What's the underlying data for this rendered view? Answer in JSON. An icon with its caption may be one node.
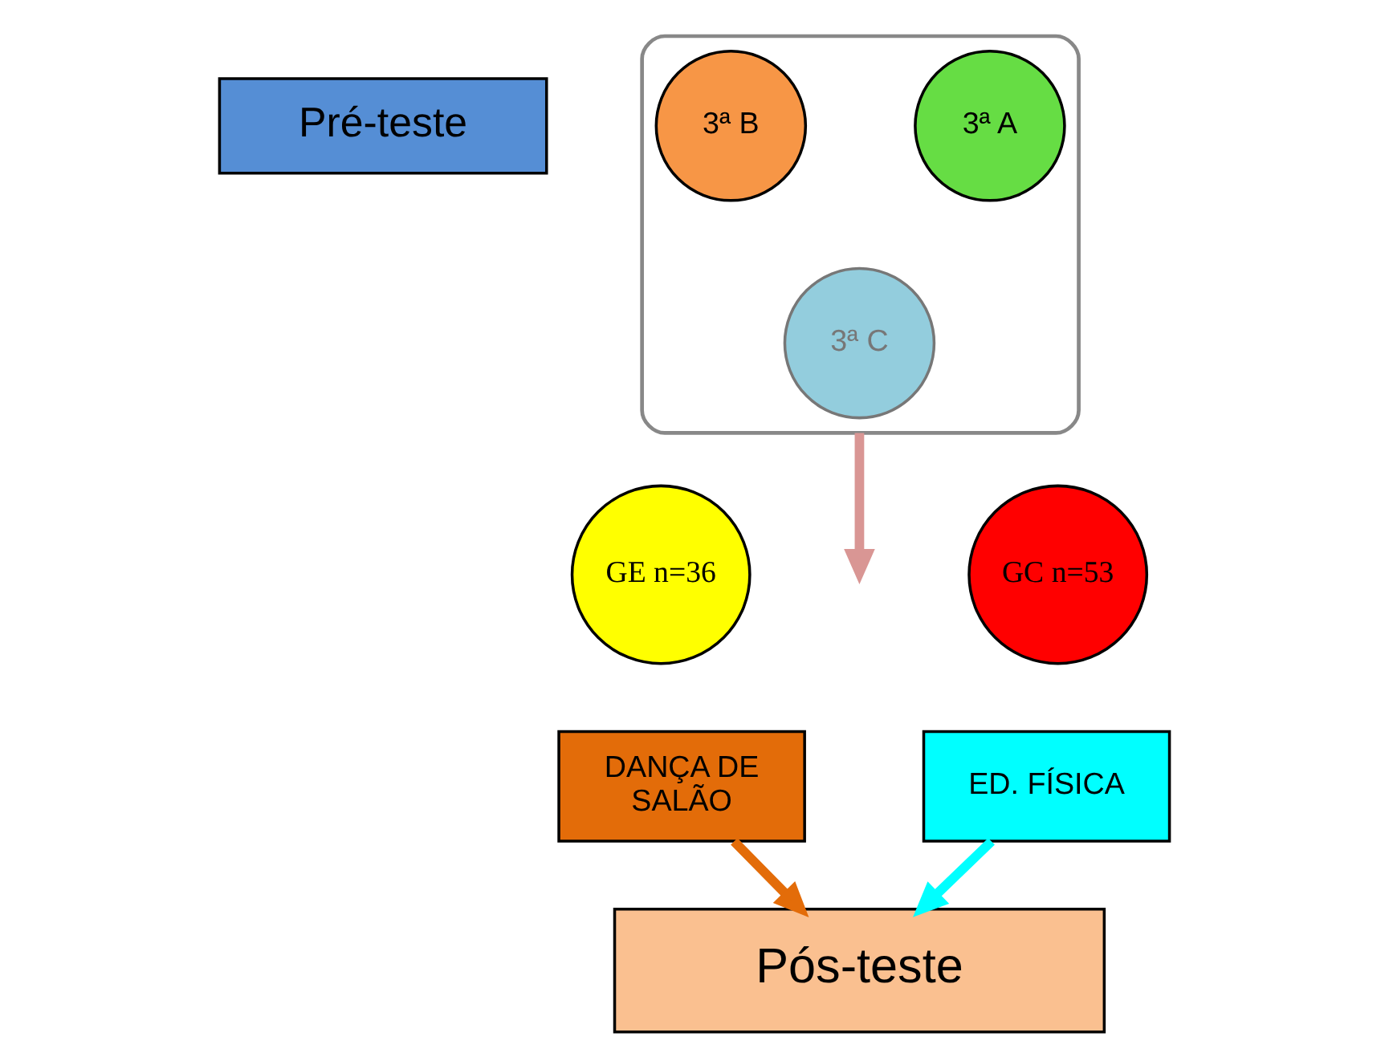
{
  "diagram": {
    "nodes": [
      {
        "text": [
          "Pré-teste"
        ]
      },
      {
        "text": [],
        "shape": "funnel"
      },
      {
        "text": [
          "3ª A"
        ],
        "in": 1
      },
      {
        "text": [
          "3ª B"
        ],
        "in": 1
      },
      {
        "text": [
          "3ª C"
        ],
        "in": 1
      },
      {
        "text": [
          "GE n=36"
        ]
      },
      {
        "text": [
          "GC n=53"
        ]
      },
      {
        "text": [
          "DANÇA DE SALÃO"
        ]
      },
      {
        "text": [
          "ED. FÍSICA"
        ]
      },
      {
        "text": [
          "Pós-teste"
        ]
      }
    ],
    "edges": [
      {
        "from": 1,
        "to": null,
        "arrow": "to",
        "color": "#d99694"
      },
      {
        "from": 7,
        "to": 9,
        "arrow": "to",
        "color": "#e36c09"
      },
      {
        "from": 8,
        "to": 9,
        "arrow": "to",
        "color": "#00ffff"
      }
    ]
  }
}
